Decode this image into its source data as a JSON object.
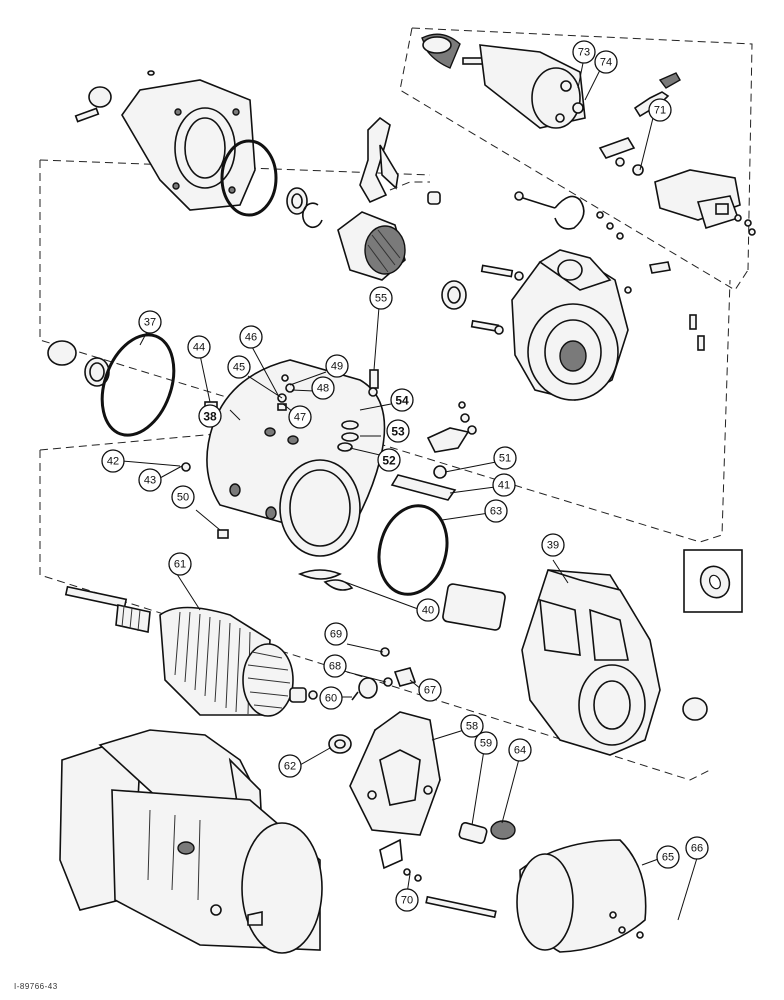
{
  "figure_code": "I-89766-43",
  "callouts": [
    {
      "id": "73",
      "bold": false
    },
    {
      "id": "74",
      "bold": false
    },
    {
      "id": "71",
      "bold": false
    },
    {
      "id": "55",
      "bold": false
    },
    {
      "id": "37",
      "bold": false
    },
    {
      "id": "44",
      "bold": false
    },
    {
      "id": "46",
      "bold": false
    },
    {
      "id": "49",
      "bold": false
    },
    {
      "id": "45",
      "bold": false
    },
    {
      "id": "48",
      "bold": false
    },
    {
      "id": "47",
      "bold": false
    },
    {
      "id": "54",
      "bold": true
    },
    {
      "id": "38",
      "bold": true
    },
    {
      "id": "53",
      "bold": true
    },
    {
      "id": "42",
      "bold": false
    },
    {
      "id": "52",
      "bold": true
    },
    {
      "id": "51",
      "bold": false
    },
    {
      "id": "43",
      "bold": false
    },
    {
      "id": "41",
      "bold": false
    },
    {
      "id": "50",
      "bold": false
    },
    {
      "id": "63",
      "bold": false
    },
    {
      "id": "39",
      "bold": false
    },
    {
      "id": "61",
      "bold": false
    },
    {
      "id": "40",
      "bold": false
    },
    {
      "id": "69",
      "bold": false
    },
    {
      "id": "68",
      "bold": false
    },
    {
      "id": "67",
      "bold": false
    },
    {
      "id": "60",
      "bold": false
    },
    {
      "id": "58",
      "bold": false
    },
    {
      "id": "62",
      "bold": false
    },
    {
      "id": "59",
      "bold": false
    },
    {
      "id": "64",
      "bold": false
    },
    {
      "id": "65",
      "bold": false
    },
    {
      "id": "66",
      "bold": false
    },
    {
      "id": "70",
      "bold": false
    }
  ]
}
